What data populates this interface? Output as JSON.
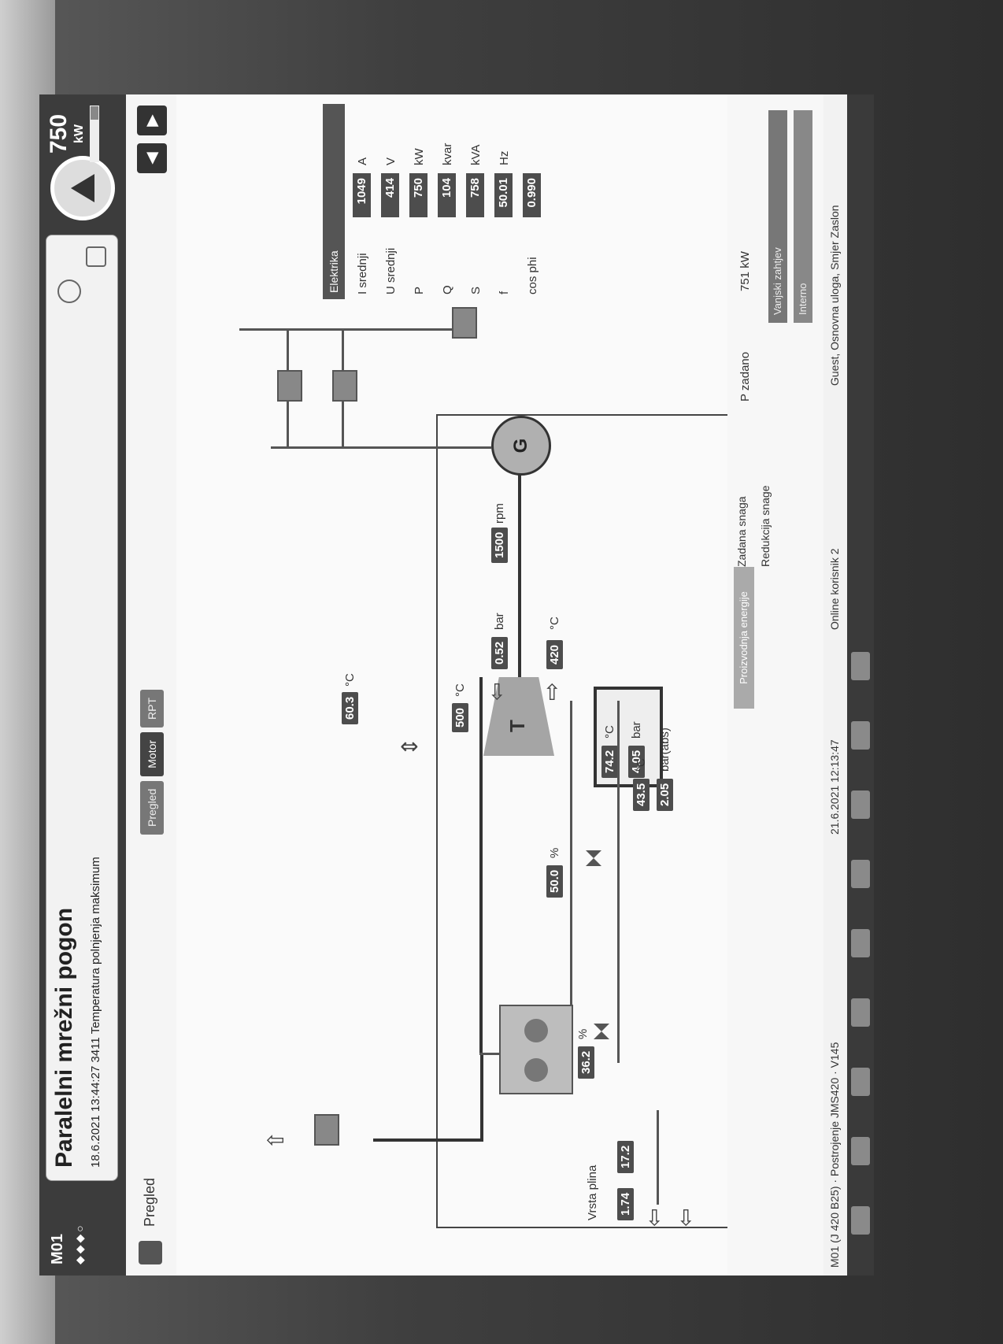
{
  "header": {
    "engine_id": "M01",
    "title": "Paralelni mrežni pogon",
    "subtitle": "18.6.2021 13:44:27   3411   Temperatura polnjenja maksimum",
    "power_value": "750",
    "power_unit": "kW",
    "power_fraction": 0.75
  },
  "nav": {
    "breadcrumb": "Pregled",
    "tabs": [
      "Pregled",
      "Motor",
      "RPT"
    ]
  },
  "diagram": {
    "generator_label": "G",
    "turbine_label": "T",
    "rpm_value": "1500",
    "rpm_unit": "rpm",
    "air_temp_value": "60.3",
    "air_temp_unit": "°C",
    "turbine_in_temp_value": "500",
    "turbine_in_temp_unit": "°C",
    "pressure_value": "0.52",
    "pressure_unit": "bar",
    "exhaust_temp_value": "420",
    "exhaust_temp_unit": "°C",
    "box_temp_value": "74.2",
    "box_temp_unit": "°C",
    "box_pressure_value": "4.05",
    "box_pressure_unit": "bar",
    "cooler_temp_value": "43.5",
    "cooler_temp_unit": "°C",
    "cooler_pressure_value": "2.05",
    "cooler_pressure_unit": "bar(abs)",
    "valve1_value": "50.0",
    "valve1_unit": "%",
    "valve2_value": "36.2",
    "valve2_unit": "%",
    "gas_label": "Vrsta plina",
    "gas_value1": "1.74",
    "gas_value2": "17.2"
  },
  "electrical": {
    "header": "Elektrika",
    "rows": [
      {
        "name": "I srednji",
        "value": "1049",
        "unit": "A"
      },
      {
        "name": "U srednji",
        "value": "414",
        "unit": "V"
      },
      {
        "name": "P",
        "value": "750",
        "unit": "kW"
      },
      {
        "name": "Q",
        "value": "104",
        "unit": "kvar"
      },
      {
        "name": "S",
        "value": "758",
        "unit": "kVA"
      },
      {
        "name": "f",
        "value": "50.01",
        "unit": "Hz"
      },
      {
        "name": "cos phi",
        "value": "0.990",
        "unit": ""
      }
    ]
  },
  "lower": {
    "left_button": "Proizvodnja energije",
    "rows": [
      "Zadana snaga",
      "Redukcija snage"
    ],
    "p_label": "P zadano",
    "p_value": "751 kW",
    "bar1": "Vanjski zahtjev",
    "bar2": "Interno"
  },
  "status": {
    "left": "M01 (J 420 B25) · Postrojenje JMS420 · V145",
    "datetime": "21.6.2021  12:13:47",
    "center": "Online korisnik 2",
    "right": "Guest, Osnovna uloga, Smjer Zaslon"
  }
}
